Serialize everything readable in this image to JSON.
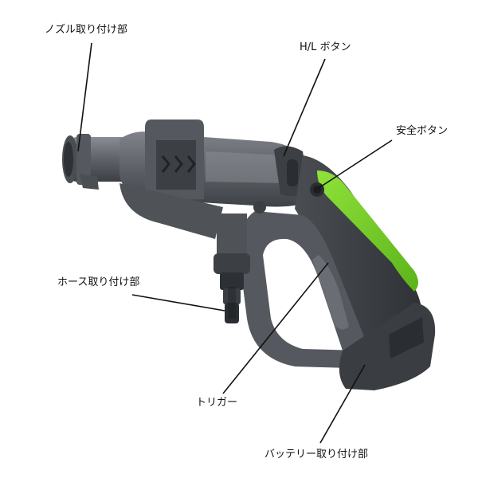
{
  "diagram": {
    "labels": {
      "nozzle_mount": "ノズル取り付け部",
      "hl_button": "H/L ボタン",
      "safety_button": "安全ボタン",
      "hose_mount": "ホース取り付け部",
      "trigger": "トリガー",
      "battery_mount": "バッテリー取り付け部"
    },
    "colors": {
      "body": "#5b5e63",
      "body_dark": "#3e4146",
      "body_light": "#797c81",
      "accent_green": "#7ed321",
      "leader_line": "#111111",
      "text": "#111111"
    }
  }
}
